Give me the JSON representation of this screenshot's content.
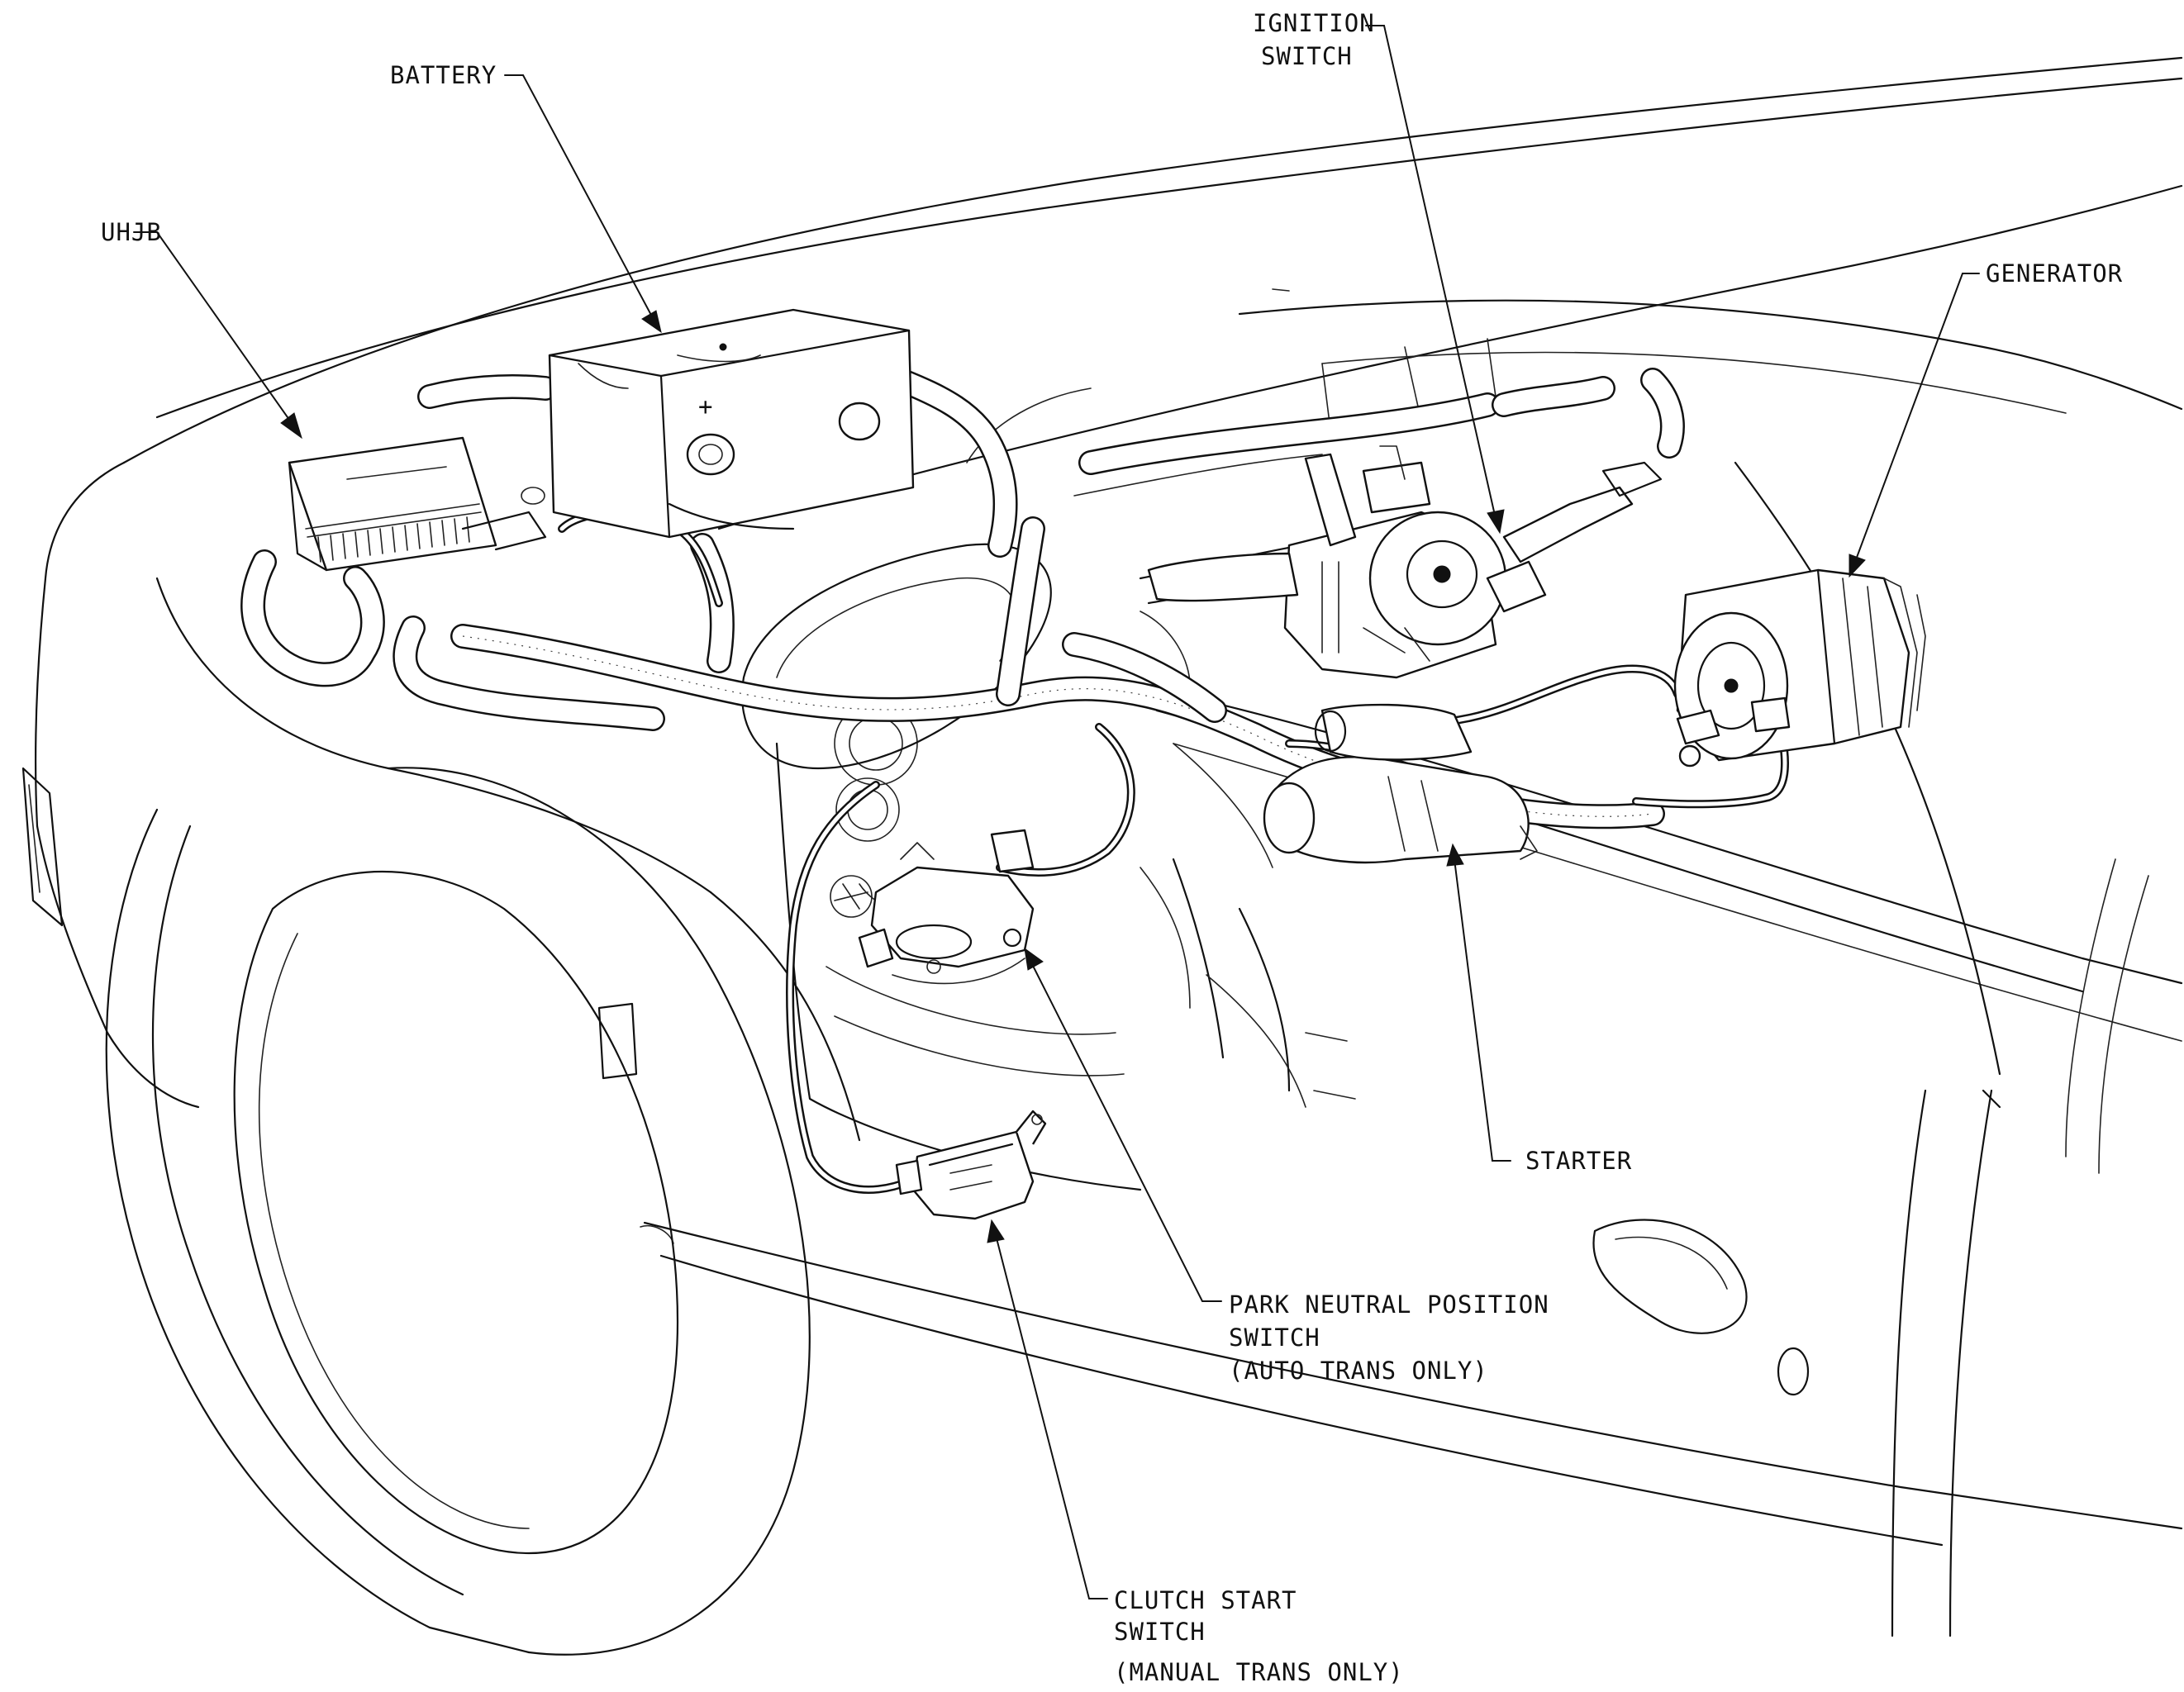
{
  "labels": {
    "battery": "BATTERY",
    "uhjb": "UHJB",
    "ignition_line1": "IGNITION",
    "ignition_line2": "SWITCH",
    "generator": "GENERATOR",
    "starter": "STARTER",
    "pnp_line1": "PARK NEUTRAL POSITION",
    "pnp_line2": "SWITCH",
    "pnp_line3": "(AUTO TRANS ONLY)",
    "clutch_line1": "CLUTCH START",
    "clutch_line2": "SWITCH",
    "clutch_line3": "(MANUAL TRANS ONLY)"
  },
  "symbols": {
    "battery_terminal": "+"
  }
}
